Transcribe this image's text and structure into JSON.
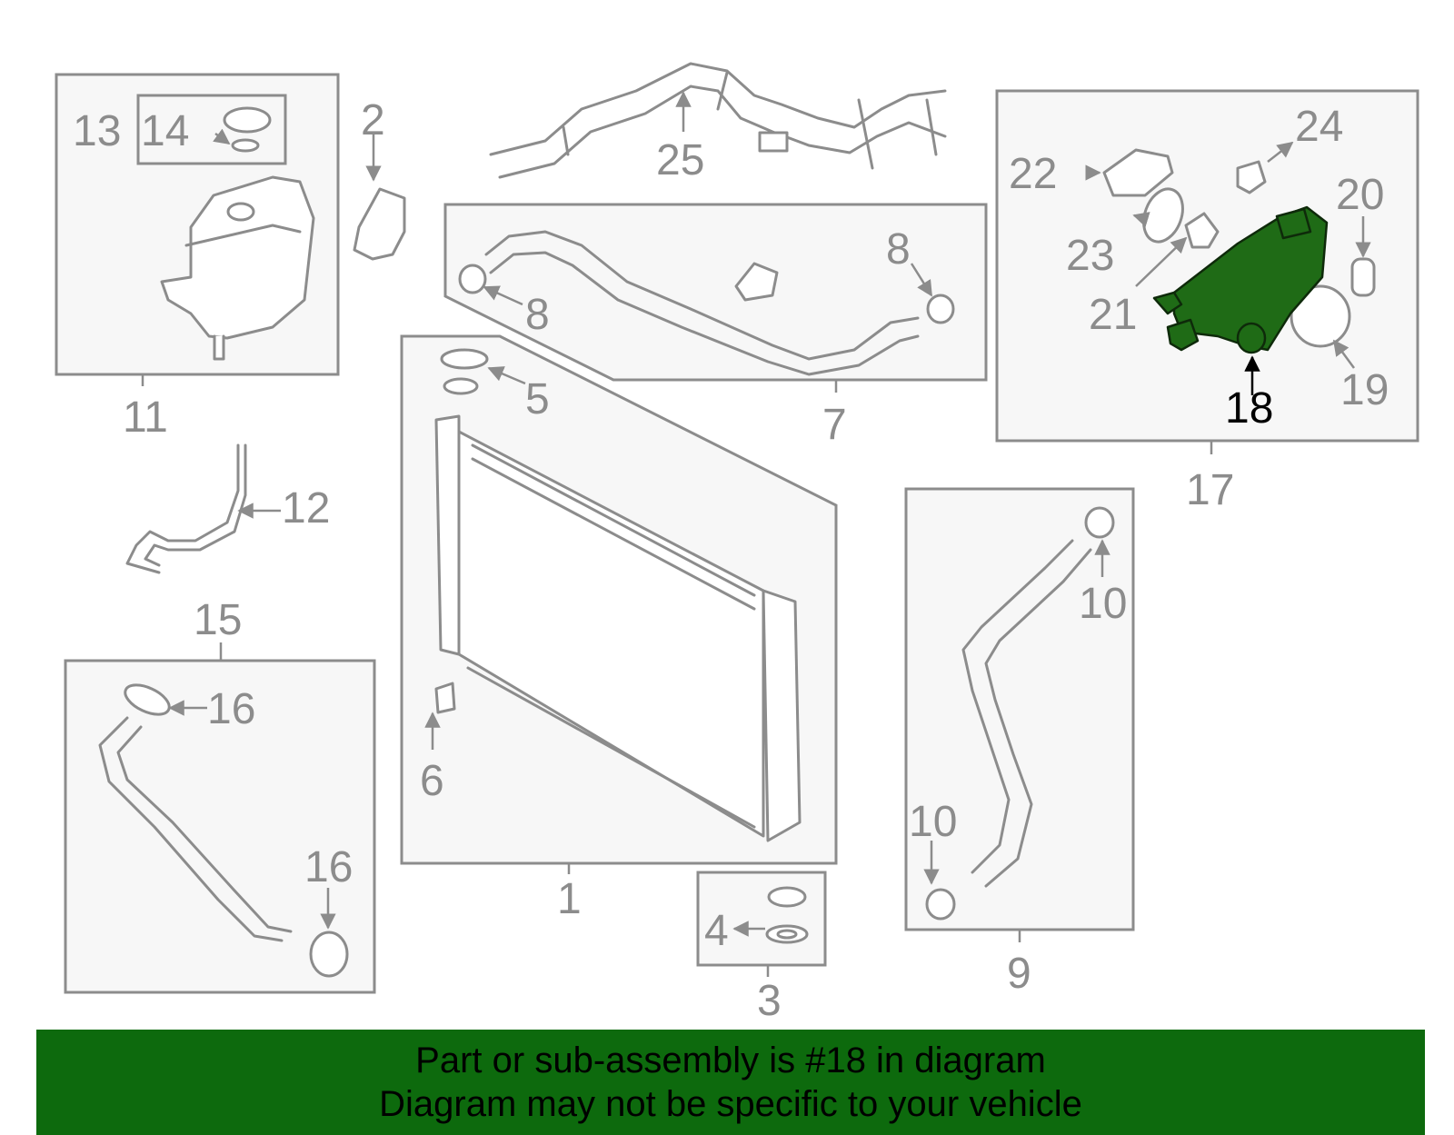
{
  "highlight_color": "#1f6b16",
  "banner_color": "#0d6a0d",
  "callouts": {
    "c1": "1",
    "c2": "2",
    "c3": "3",
    "c4": "4",
    "c5": "5",
    "c6": "6",
    "c7": "7",
    "c8a": "8",
    "c8b": "8",
    "c9": "9",
    "c10a": "10",
    "c10b": "10",
    "c11": "11",
    "c12": "12",
    "c13": "13",
    "c14": "14",
    "c15": "15",
    "c16a": "16",
    "c16b": "16",
    "c17": "17",
    "c18": "18",
    "c19": "19",
    "c20": "20",
    "c21": "21",
    "c22": "22",
    "c23": "23",
    "c24": "24",
    "c25": "25"
  },
  "banner": {
    "line1": "Part or sub-assembly is #18 in diagram",
    "line2": "Diagram may not be specific to your vehicle"
  }
}
